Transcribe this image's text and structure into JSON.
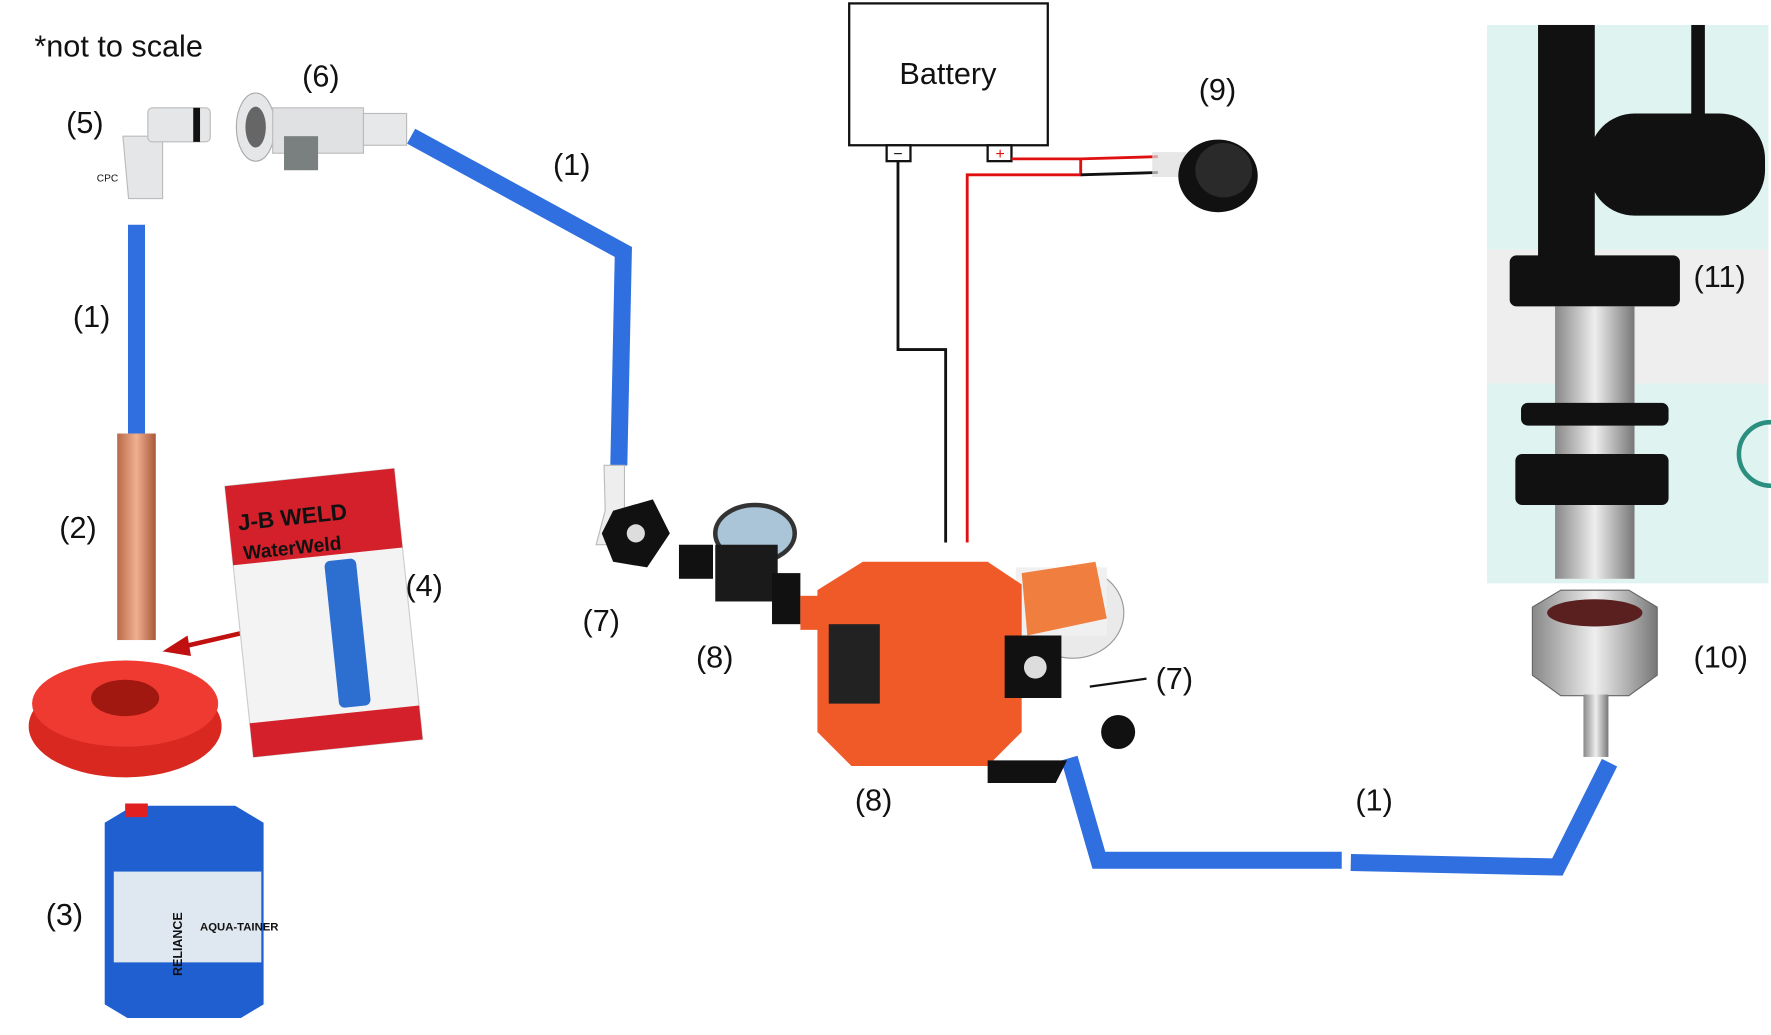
{
  "note": "*not to scale",
  "battery": {
    "label": "Battery",
    "neg": "−",
    "pos": "+"
  },
  "labels": {
    "l1a": "(1)",
    "l1b": "(1)",
    "l1c": "(1)",
    "l2": "(2)",
    "l3": "(3)",
    "l4": "(4)",
    "l5": "(5)",
    "l6": "(6)",
    "l7a": "(7)",
    "l7b": "(7)",
    "l8a": "(8)",
    "l8b": "(8)",
    "l9": "(9)",
    "l10": "(10)",
    "l11": "(11)"
  },
  "logos": {
    "jbweld": "J-B WELD",
    "waterweld": "WaterWeld",
    "reliance": "RELIANCE",
    "aquatainer": "AQUA-TAINER",
    "cpc": "CPC"
  },
  "colors": {
    "tube": "#2f6fe0",
    "wire_pos": "#e01010",
    "wire_neg": "#111111",
    "pump": "#f05a28",
    "cap": "#e8302a",
    "jug": "#1f5fd0",
    "arrow": "#c01010"
  }
}
